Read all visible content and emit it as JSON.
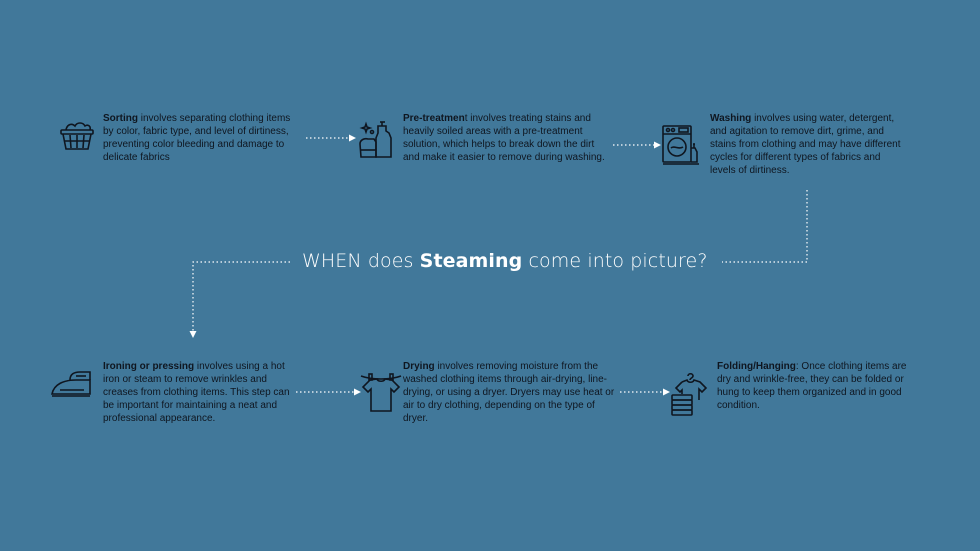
{
  "question": {
    "prefix": "WHEN does ",
    "highlight": "Steaming",
    "suffix": " come into picture?"
  },
  "steps": [
    {
      "title": "Sorting",
      "body": " involves separating clothing items by color, fabric type, and level of dirtiness, preventing color bleeding and damage to delicate fabrics",
      "icon": "laundry-basket-icon"
    },
    {
      "title": "Pre-treatmen",
      "body": "t involves treating stains and heavily soiled areas with a pre-treatment solution, which helps to break down the dirt and make it easier to remove during washing.",
      "icon": "detergent-bottles-icon"
    },
    {
      "title": "Washing",
      "body": " involves using water, detergent, and agitation to remove dirt, grime, and stains from clothing and may have different cycles for different types of fabrics and levels of dirtiness.",
      "icon": "washing-machine-icon"
    },
    {
      "title": "Ironing or pressing",
      "body": " involves using a hot iron or steam to remove wrinkles and creases from clothing items. This step can be important for maintaining a neat and professional appearance.",
      "icon": "iron-icon"
    },
    {
      "title": "Drying",
      "body": " involves removing moisture from the washed clothing items through air-drying, line-drying, or using a dryer. Dryers may use heat or air to dry clothing, depending on the type of dryer.",
      "icon": "clothesline-shirt-icon"
    },
    {
      "title": "Folding/Hanging",
      "body": ": Once clothing items are dry and wrinkle-free, they can be folded or hung to keep them organized and in good condition.",
      "icon": "hanger-folded-clothes-icon"
    }
  ],
  "colors": {
    "background": "#41789a",
    "text": "#0f1620",
    "line": "#ffffff"
  }
}
